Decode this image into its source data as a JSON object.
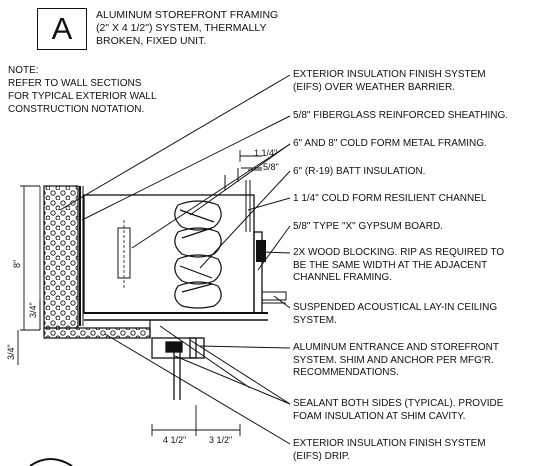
{
  "detail": {
    "tag": "A",
    "title_lines": [
      "ALUMINUM STOREFRONT FRAMING",
      "(2\" X 4 1/2\") SYSTEM, THERMALLY",
      "BROKEN, FIXED UNIT."
    ]
  },
  "note": {
    "lines": [
      "NOTE:",
      "REFER TO WALL SECTIONS",
      "FOR TYPICAL EXTERIOR WALL",
      "CONSTRUCTION NOTATION."
    ]
  },
  "callouts": [
    {
      "lines": [
        "EXTERIOR INSULATION FINISH SYSTEM",
        "(EIFS) OVER WEATHER BARRIER."
      ]
    },
    {
      "lines": [
        "5/8\" FIBERGLASS REINFORCED SHEATHING."
      ]
    },
    {
      "lines": [
        "6\" AND 8\" COLD FORM METAL FRAMING."
      ]
    },
    {
      "lines": [
        "6\" (R-19) BATT INSULATION."
      ]
    },
    {
      "lines": [
        "1 1/4\" COLD FORM RESILIENT CHANNEL"
      ]
    },
    {
      "lines": [
        "5/8\" TYPE \"X\" GYPSUM BOARD."
      ]
    },
    {
      "lines": [
        "2X WOOD BLOCKING. RIP AS REQUIRED TO",
        "BE THE SAME WIDTH AT THE ADJACENT",
        "CHANNEL FRAMING."
      ]
    },
    {
      "lines": [
        "SUSPENDED ACOUSTICAL LAY-IN CEILING",
        "SYSTEM."
      ]
    },
    {
      "lines": [
        "ALUMINUM ENTRANCE AND STOREFRONT",
        "SYSTEM. SHIM AND ANCHOR PER MFG'R.",
        "RECOMMENDATIONS."
      ]
    },
    {
      "lines": [
        "SEALANT BOTH SIDES (TYPICAL). PROVIDE",
        "FOAM INSULATION AT SHIM CAVITY."
      ]
    },
    {
      "lines": [
        "EXTERIOR INSULATION FINISH SYSTEM",
        "(EIFS) DRIP."
      ]
    }
  ],
  "dimensions": {
    "top_a": "1 1/4\"",
    "top_b": "5/8\"",
    "left_8": "8\"",
    "left_3_4a": "3/4\"",
    "left_3_4b": "3/4\"",
    "bottom_a": "4 1/2\"",
    "bottom_b": "3 1/2\""
  }
}
